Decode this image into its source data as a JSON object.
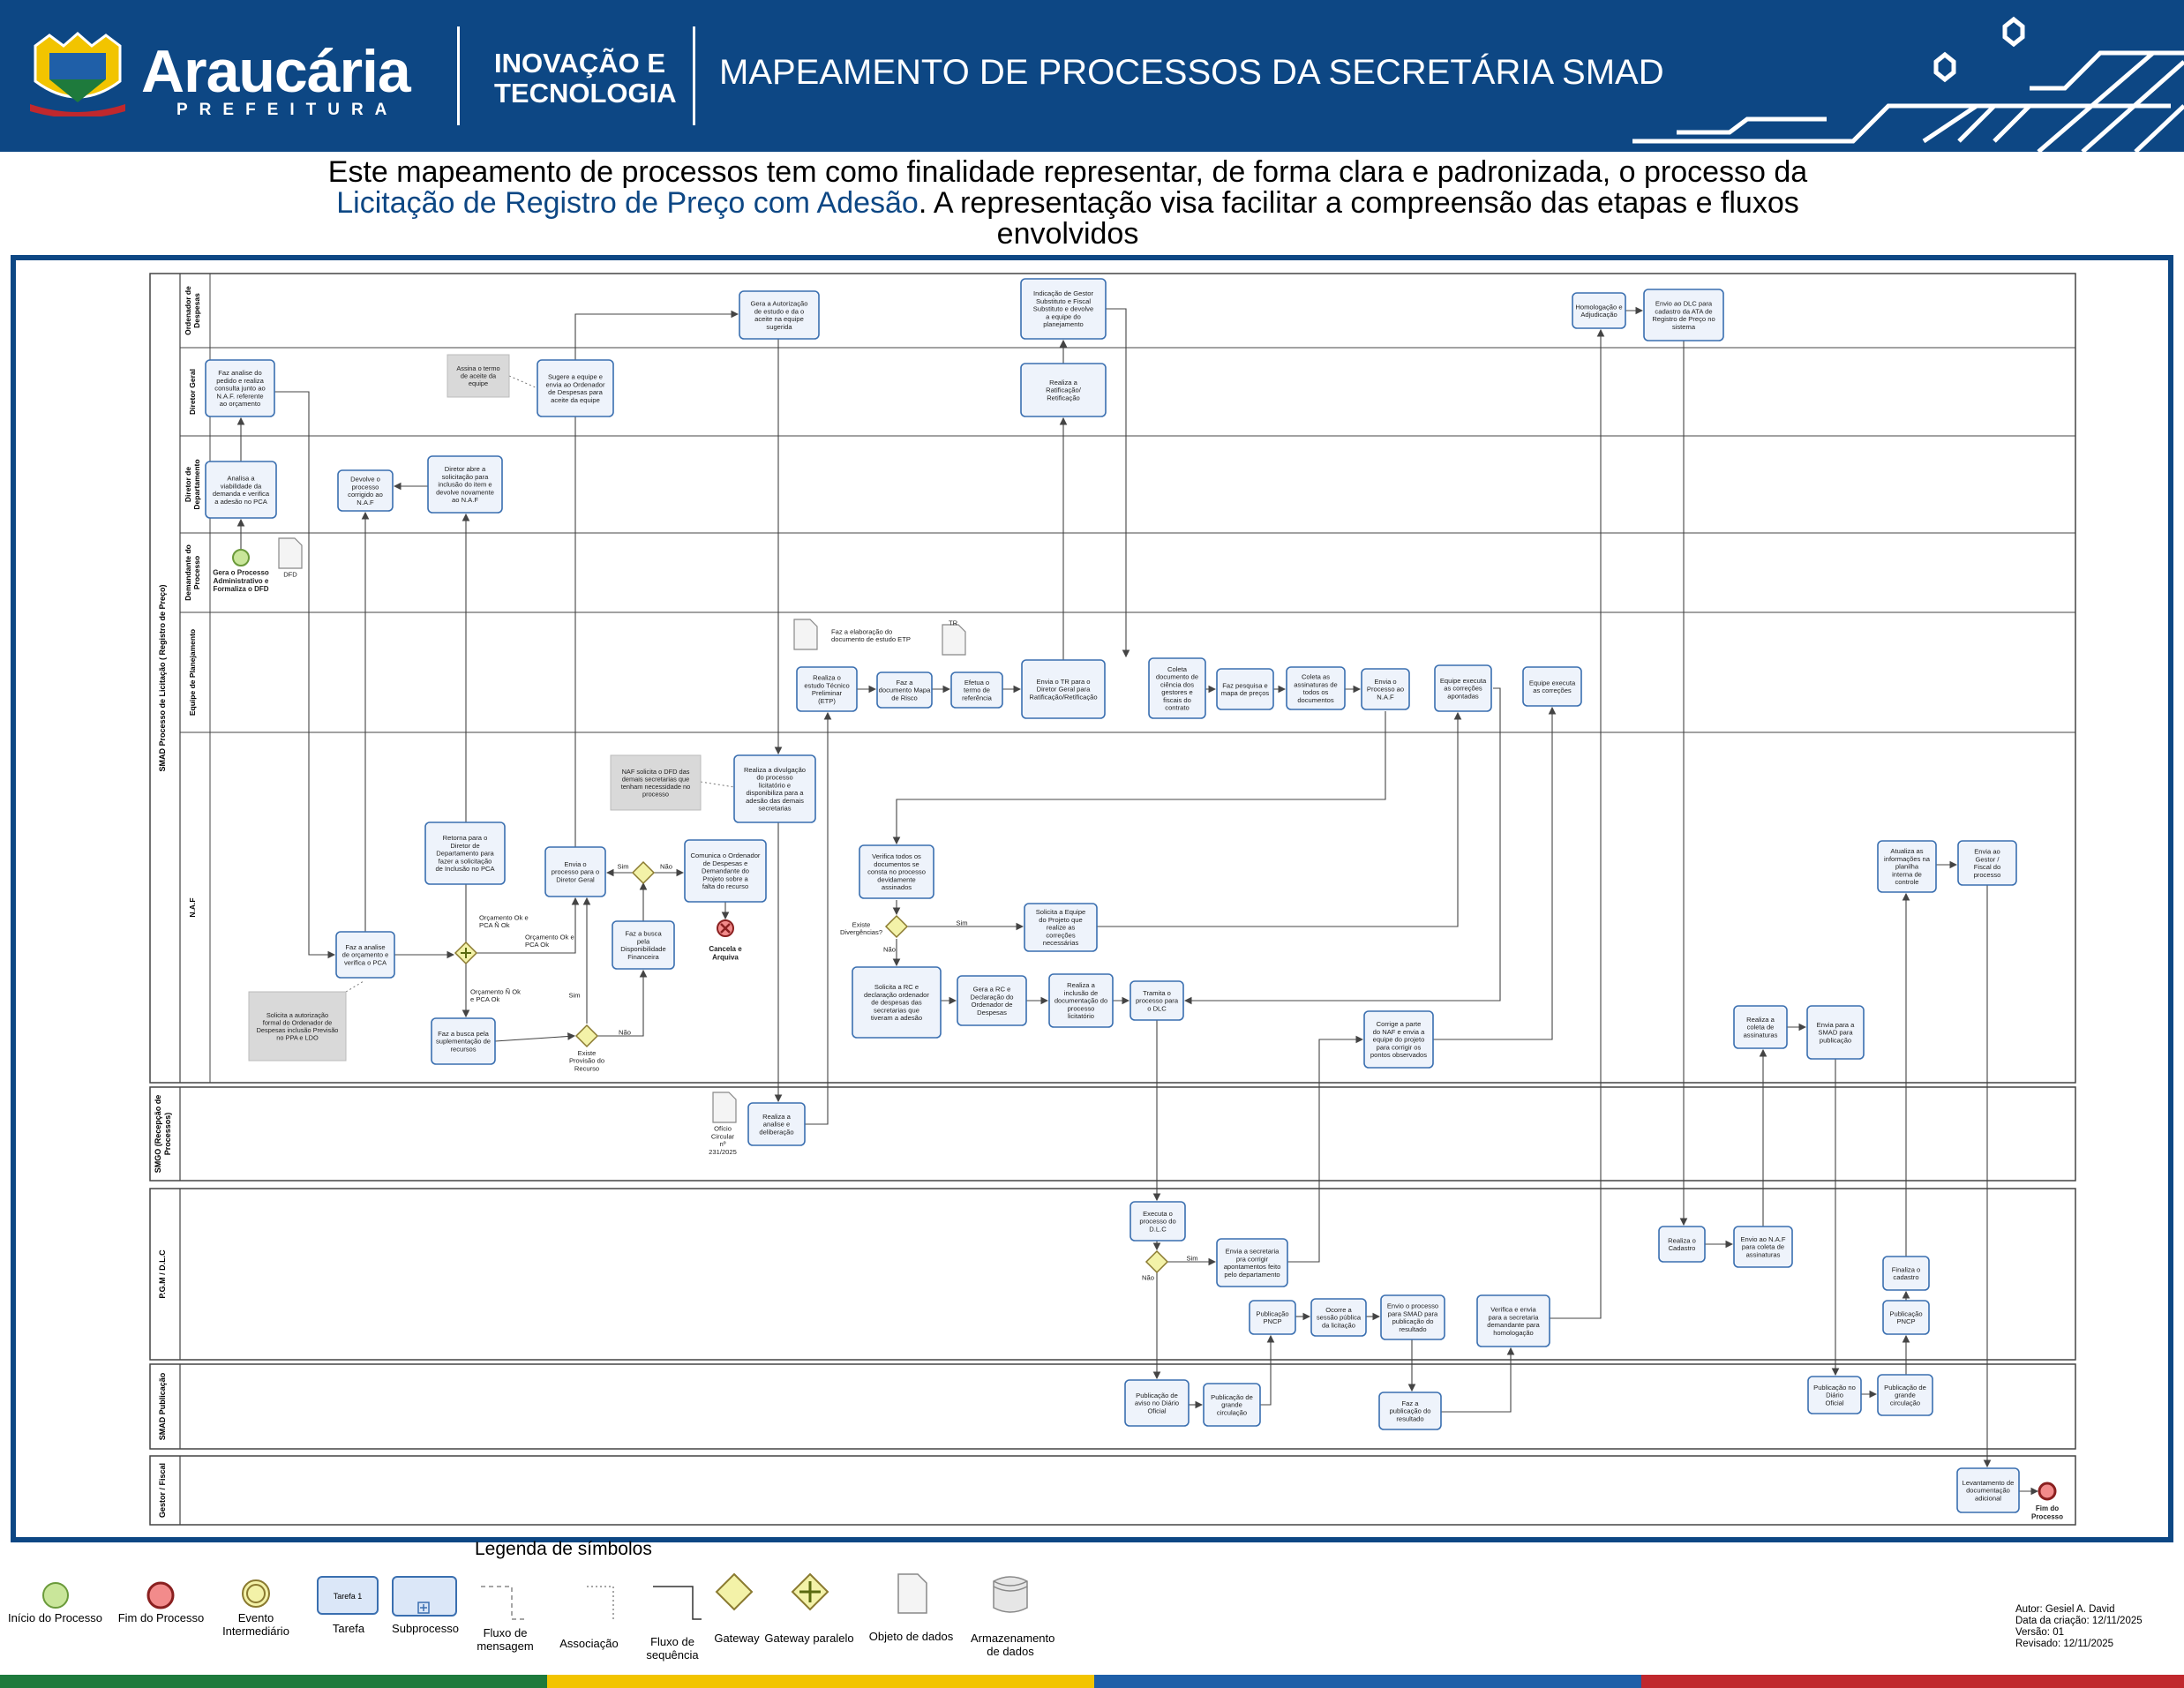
{
  "header": {
    "brand": "Araucária",
    "brand_sub": "PREFEITURA",
    "dept_line1": "INOVAÇÃO E",
    "dept_line2": "TECNOLOGIA",
    "title": "MAPEAMENTO DE PROCESSOS DA SECRETÁRIA SMAD"
  },
  "intro": {
    "text_before": "Este mapeamento de processos tem como finalidade representar, de forma clara e padronizada, o processo da ",
    "highlight": "Licitação de Registro de Preço com Adesão",
    "text_after": ". A representação visa facilitar a compreensão das etapas e fluxos envolvidos"
  },
  "pools": [
    {
      "id": "p1",
      "label": "SMAD Processo de Licitação ( Registro de Preço)"
    },
    {
      "id": "p2",
      "label": "SMGO (Recepção de Processos)"
    },
    {
      "id": "p3",
      "label": "P.G.M / D.L.C"
    },
    {
      "id": "p4",
      "label": "SMAD Publicação"
    },
    {
      "id": "p5",
      "label": "Gestor / Fiscal"
    }
  ],
  "lanes": [
    {
      "id": "l1",
      "label": "Ordenador de Despesas"
    },
    {
      "id": "l2",
      "label": "Diretor Geral"
    },
    {
      "id": "l3",
      "label": "Diretor de Departamento"
    },
    {
      "id": "l4",
      "label": "Demandante do Processo"
    },
    {
      "id": "l5",
      "label": "Equipe de Planejamento"
    },
    {
      "id": "l6",
      "label": "N.A.F"
    }
  ],
  "tasks": [
    {
      "id": "t1",
      "text": "Faz analise do pedido e realiza consulta junto ao N.A.F. referente ao orçamento"
    },
    {
      "id": "t2",
      "text": "Analisa a viabilidade da demanda e verifica a adesão no PCA"
    },
    {
      "id": "t3",
      "text": "Devolve o processo corrigido ao N.A.F"
    },
    {
      "id": "t4",
      "text": "Diretor abre a solicitação para inclusão do item e devolve novamente ao N.A.F"
    },
    {
      "id": "t5",
      "text": "Sugere a equipe e envia ao Ordenador de Despesas para aceite da equipe"
    },
    {
      "id": "t6",
      "text": "Gera a Autorização de estudo e da o aceite na equipe sugerida"
    },
    {
      "id": "t7",
      "text": "Indicação de Gestor Substituto e Fiscal Substituto e devolve a equipe do planejamento"
    },
    {
      "id": "t8",
      "text": "Realiza a Ratificação/ Retificação"
    },
    {
      "id": "t9",
      "text": "Homologação e Adjudicação"
    },
    {
      "id": "t10",
      "text": "Envio ao DLC para cadastro da ATA de Registro de Preço no sistema"
    },
    {
      "id": "t11",
      "text": "Realiza o estudo Técnico Preliminar (ETP)"
    },
    {
      "id": "t12",
      "text": "Faz a documento Mapa de Risco"
    },
    {
      "id": "t13",
      "text": "Efetua o termo de referência"
    },
    {
      "id": "t14",
      "text": "Envia o TR para o Diretor Geral para Ratificação/Retificação"
    },
    {
      "id": "t15",
      "text": "Coleta documento de ciência dos gestores e fiscais do contrato"
    },
    {
      "id": "t16",
      "text": "Faz pesquisa e mapa de preços"
    },
    {
      "id": "t17",
      "text": "Coleta as assinaturas de todos os documentos"
    },
    {
      "id": "t18",
      "text": "Envia o Processo ao N.A.F"
    },
    {
      "id": "t19",
      "text": "Equipe executa as correções apontadas"
    },
    {
      "id": "t20",
      "text": "Equipe executa as correções"
    },
    {
      "id": "t21",
      "text": "Realiza a divulgação do processo licitatório e disponibiliza para a adesão das demais secretarias"
    },
    {
      "id": "t22",
      "text": "Retorna para o Diretor de Departamento para fazer a solicitação de Inclusão no PCA"
    },
    {
      "id": "t23",
      "text": "Envia o processo para o Diretor Geral"
    },
    {
      "id": "t24",
      "text": "Comunica o Ordenador de Despesas e Demandante do Projeto sobre a falta do recurso"
    },
    {
      "id": "t25",
      "text": "Faz a analise de orçamento e verifica o PCA"
    },
    {
      "id": "t26",
      "text": "Faz a busca pela Disponibilidade Financeira"
    },
    {
      "id": "t27",
      "text": "Faz a busca pela suplementação de recursos"
    },
    {
      "id": "t28",
      "text": "Verifica todos os documentos se consta no processo devidamente assinados"
    },
    {
      "id": "t29",
      "text": "Solicita a Equipe do Projeto que realize as correções necessárias"
    },
    {
      "id": "t30",
      "text": "Solicita a RC e declaração ordenador de despesas das secretarias que tiveram a adesão"
    },
    {
      "id": "t31",
      "text": "Gera a RC e Declaração do Ordenador de Despesas"
    },
    {
      "id": "t32",
      "text": "Realiza a inclusão de documentação do processo licitatório"
    },
    {
      "id": "t33",
      "text": "Tramita o processo para o DLC"
    },
    {
      "id": "t34",
      "text": "Corrige a parte do NAF e envia a equipe do projeto para corrigir os pontos observados"
    },
    {
      "id": "t35",
      "text": "Atualiza as informações na planilha interna de controle"
    },
    {
      "id": "t36",
      "text": "Envia ao Gestor / Fiscal do processo"
    },
    {
      "id": "t37",
      "text": "Realiza a coleta de assinaturas"
    },
    {
      "id": "t38",
      "text": "Envia para a SMAD para publicação"
    },
    {
      "id": "t39",
      "text": "Realiza a analise e deliberação"
    },
    {
      "id": "t40",
      "text": "Executa o processo do D.L.C"
    },
    {
      "id": "t41",
      "text": "Envia a secretaria pra corrigir apontamentos feito pelo departamento"
    },
    {
      "id": "t42",
      "text": "Publicação PNCP"
    },
    {
      "id": "t43",
      "text": "Ocorre a sessão pública da licitação"
    },
    {
      "id": "t44",
      "text": "Envio o processo para SMAD para publicação do resultado"
    },
    {
      "id": "t45",
      "text": "Verifica e envia para a secretaria demandante para homologação"
    },
    {
      "id": "t46",
      "text": "Realiza o Cadastro"
    },
    {
      "id": "t47",
      "text": "Envio ao N.A.F para coleta de assinaturas"
    },
    {
      "id": "t48",
      "text": "Finaliza o cadastro"
    },
    {
      "id": "t49",
      "text": "Publicação PNCP"
    },
    {
      "id": "t50",
      "text": "Publicação de aviso no Diário Oficial"
    },
    {
      "id": "t51",
      "text": "Publicação de grande circulação"
    },
    {
      "id": "t52",
      "text": "Faz a publicação do resultado"
    },
    {
      "id": "t53",
      "text": "Publicação no Diário Oficial"
    },
    {
      "id": "t54",
      "text": "Publicação de grande circulação"
    },
    {
      "id": "t55",
      "text": "Levantamento de documentação adicional"
    }
  ],
  "annotations": [
    {
      "id": "a1",
      "text": "Assina o termo de aceite da equipe"
    },
    {
      "id": "a2",
      "text": "NAF solicita o DFD das demais secretarias que tenham necessidade no processo"
    },
    {
      "id": "a3",
      "text": "Solicita a autorização formal do Ordenador de Despesas inclusão Previsão no PPA e LDO"
    }
  ],
  "data_objects": [
    {
      "id": "d1",
      "text": "DFD"
    },
    {
      "id": "d2",
      "text": "Faz a elaboração do documento de estudo ETP"
    },
    {
      "id": "d3",
      "text": "TR"
    },
    {
      "id": "d4",
      "text": "Ofício Circular nº 231/2025"
    }
  ],
  "events": [
    {
      "id": "e_start",
      "text": "Gera o Processo Administrativo e Formaliza o DFD"
    },
    {
      "id": "e_cancel",
      "text": "Cancela e Arquiva"
    },
    {
      "id": "e_end",
      "text": "Fim do Processo"
    }
  ],
  "gateway_labels": [
    {
      "id": "g1",
      "text": "Existe Provisão do Recurso"
    },
    {
      "id": "g3",
      "text": "Existe Divergências?"
    }
  ],
  "flow_labels": [
    {
      "id": "f1",
      "text": "Orçamento Ok e PCA Ñ Ok"
    },
    {
      "id": "f2",
      "text": "Orçamento Ok e PCA Ok"
    },
    {
      "id": "f3",
      "text": "Orçamento Ñ Ok e PCA Ok"
    },
    {
      "id": "f4",
      "text": "Sim"
    },
    {
      "id": "f5",
      "text": "Não"
    },
    {
      "id": "f6",
      "text": "Sim"
    },
    {
      "id": "f7",
      "text": "Não"
    },
    {
      "id": "f8",
      "text": "Sim"
    },
    {
      "id": "f9",
      "text": "Não"
    },
    {
      "id": "f10",
      "text": "Sim"
    },
    {
      "id": "f11",
      "text": "Não"
    }
  ],
  "legend": {
    "title": "Legenda de símbolos",
    "task_sample": "Tarefa 1",
    "items": [
      "Início do Processo",
      "Fim do Processo",
      "Evento Intermediário",
      "Tarefa",
      "Subprocesso",
      "Fluxo de mensagem",
      "Associação",
      "Fluxo de sequência",
      "Gateway",
      "Gateway paralelo",
      "Objeto de dados",
      "Armazenamento de dados"
    ]
  },
  "author": {
    "line1": "Autor: Gesiel A. David",
    "line2": "Data da criação: 12/11/2025",
    "line3": "Versão: 01",
    "line4": "Revisado: 12/11/2025"
  },
  "colors": {
    "header_bg": "#0d4784",
    "task_fill": "#eef3fb",
    "task_stroke": "#3a6fb0",
    "annotation_fill": "#d9d9d9",
    "gateway_fill": "#f3f2a8",
    "start_fill": "#c9e69a",
    "end_fill": "#f28b8b",
    "stripe": [
      "#1e7a3c",
      "#f2c400",
      "#1f5fa8",
      "#c0282d"
    ]
  }
}
